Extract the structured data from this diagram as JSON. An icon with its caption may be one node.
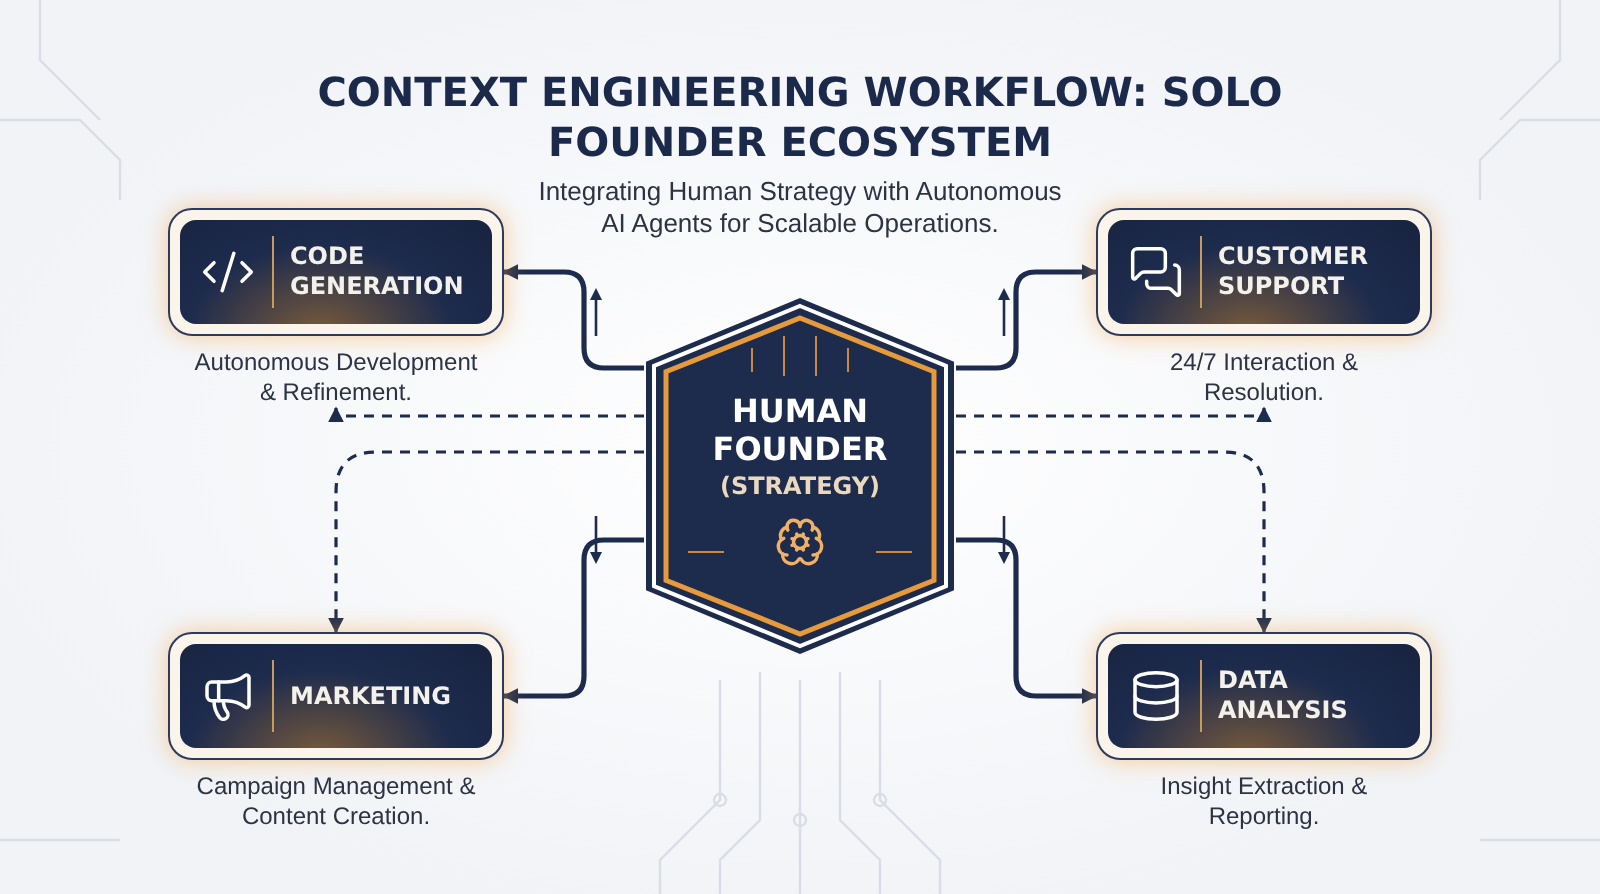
{
  "diagram": {
    "title": "CONTEXT ENGINEERING WORKFLOW: SOLO FOUNDER ECOSYSTEM",
    "nodes": [
      {
        "text": [
          "HUMAN FOUNDER",
          "(STRATEGY)"
        ]
      },
      {
        "text": [
          "CODE GENERATION"
        ],
        "beside": [
          "Autonomous Development & Refinement."
        ]
      },
      {
        "text": [
          "CUSTOMER SUPPORT"
        ],
        "beside": [
          "24/7 Interaction & Resolution."
        ]
      },
      {
        "text": [
          "MARKETING"
        ],
        "beside": [
          "Campaign Management & Content Creation."
        ]
      },
      {
        "text": [
          "DATA ANALYSIS"
        ],
        "beside": [
          "Insight Extraction & Reporting."
        ]
      }
    ],
    "edges": [
      {
        "from": 0,
        "to": 1,
        "arrow": "to"
      },
      {
        "from": 0,
        "to": 1,
        "arrow": "to",
        "style": "dashed"
      },
      {
        "from": 0,
        "to": 2,
        "arrow": "to"
      },
      {
        "from": 0,
        "to": 2,
        "arrow": "to",
        "style": "dashed"
      },
      {
        "from": 0,
        "to": 3,
        "arrow": "to",
        "style": "dashed"
      },
      {
        "from": 0,
        "to": 3,
        "arrow": "to"
      },
      {
        "from": 0,
        "to": 4,
        "arrow": "to",
        "style": "dashed"
      },
      {
        "from": 0,
        "to": 4,
        "arrow": "to"
      }
    ],
    "labels": [
      "Integrating Human Strategy with Autonomous AI Agents for Scalable Operations."
    ]
  }
}
